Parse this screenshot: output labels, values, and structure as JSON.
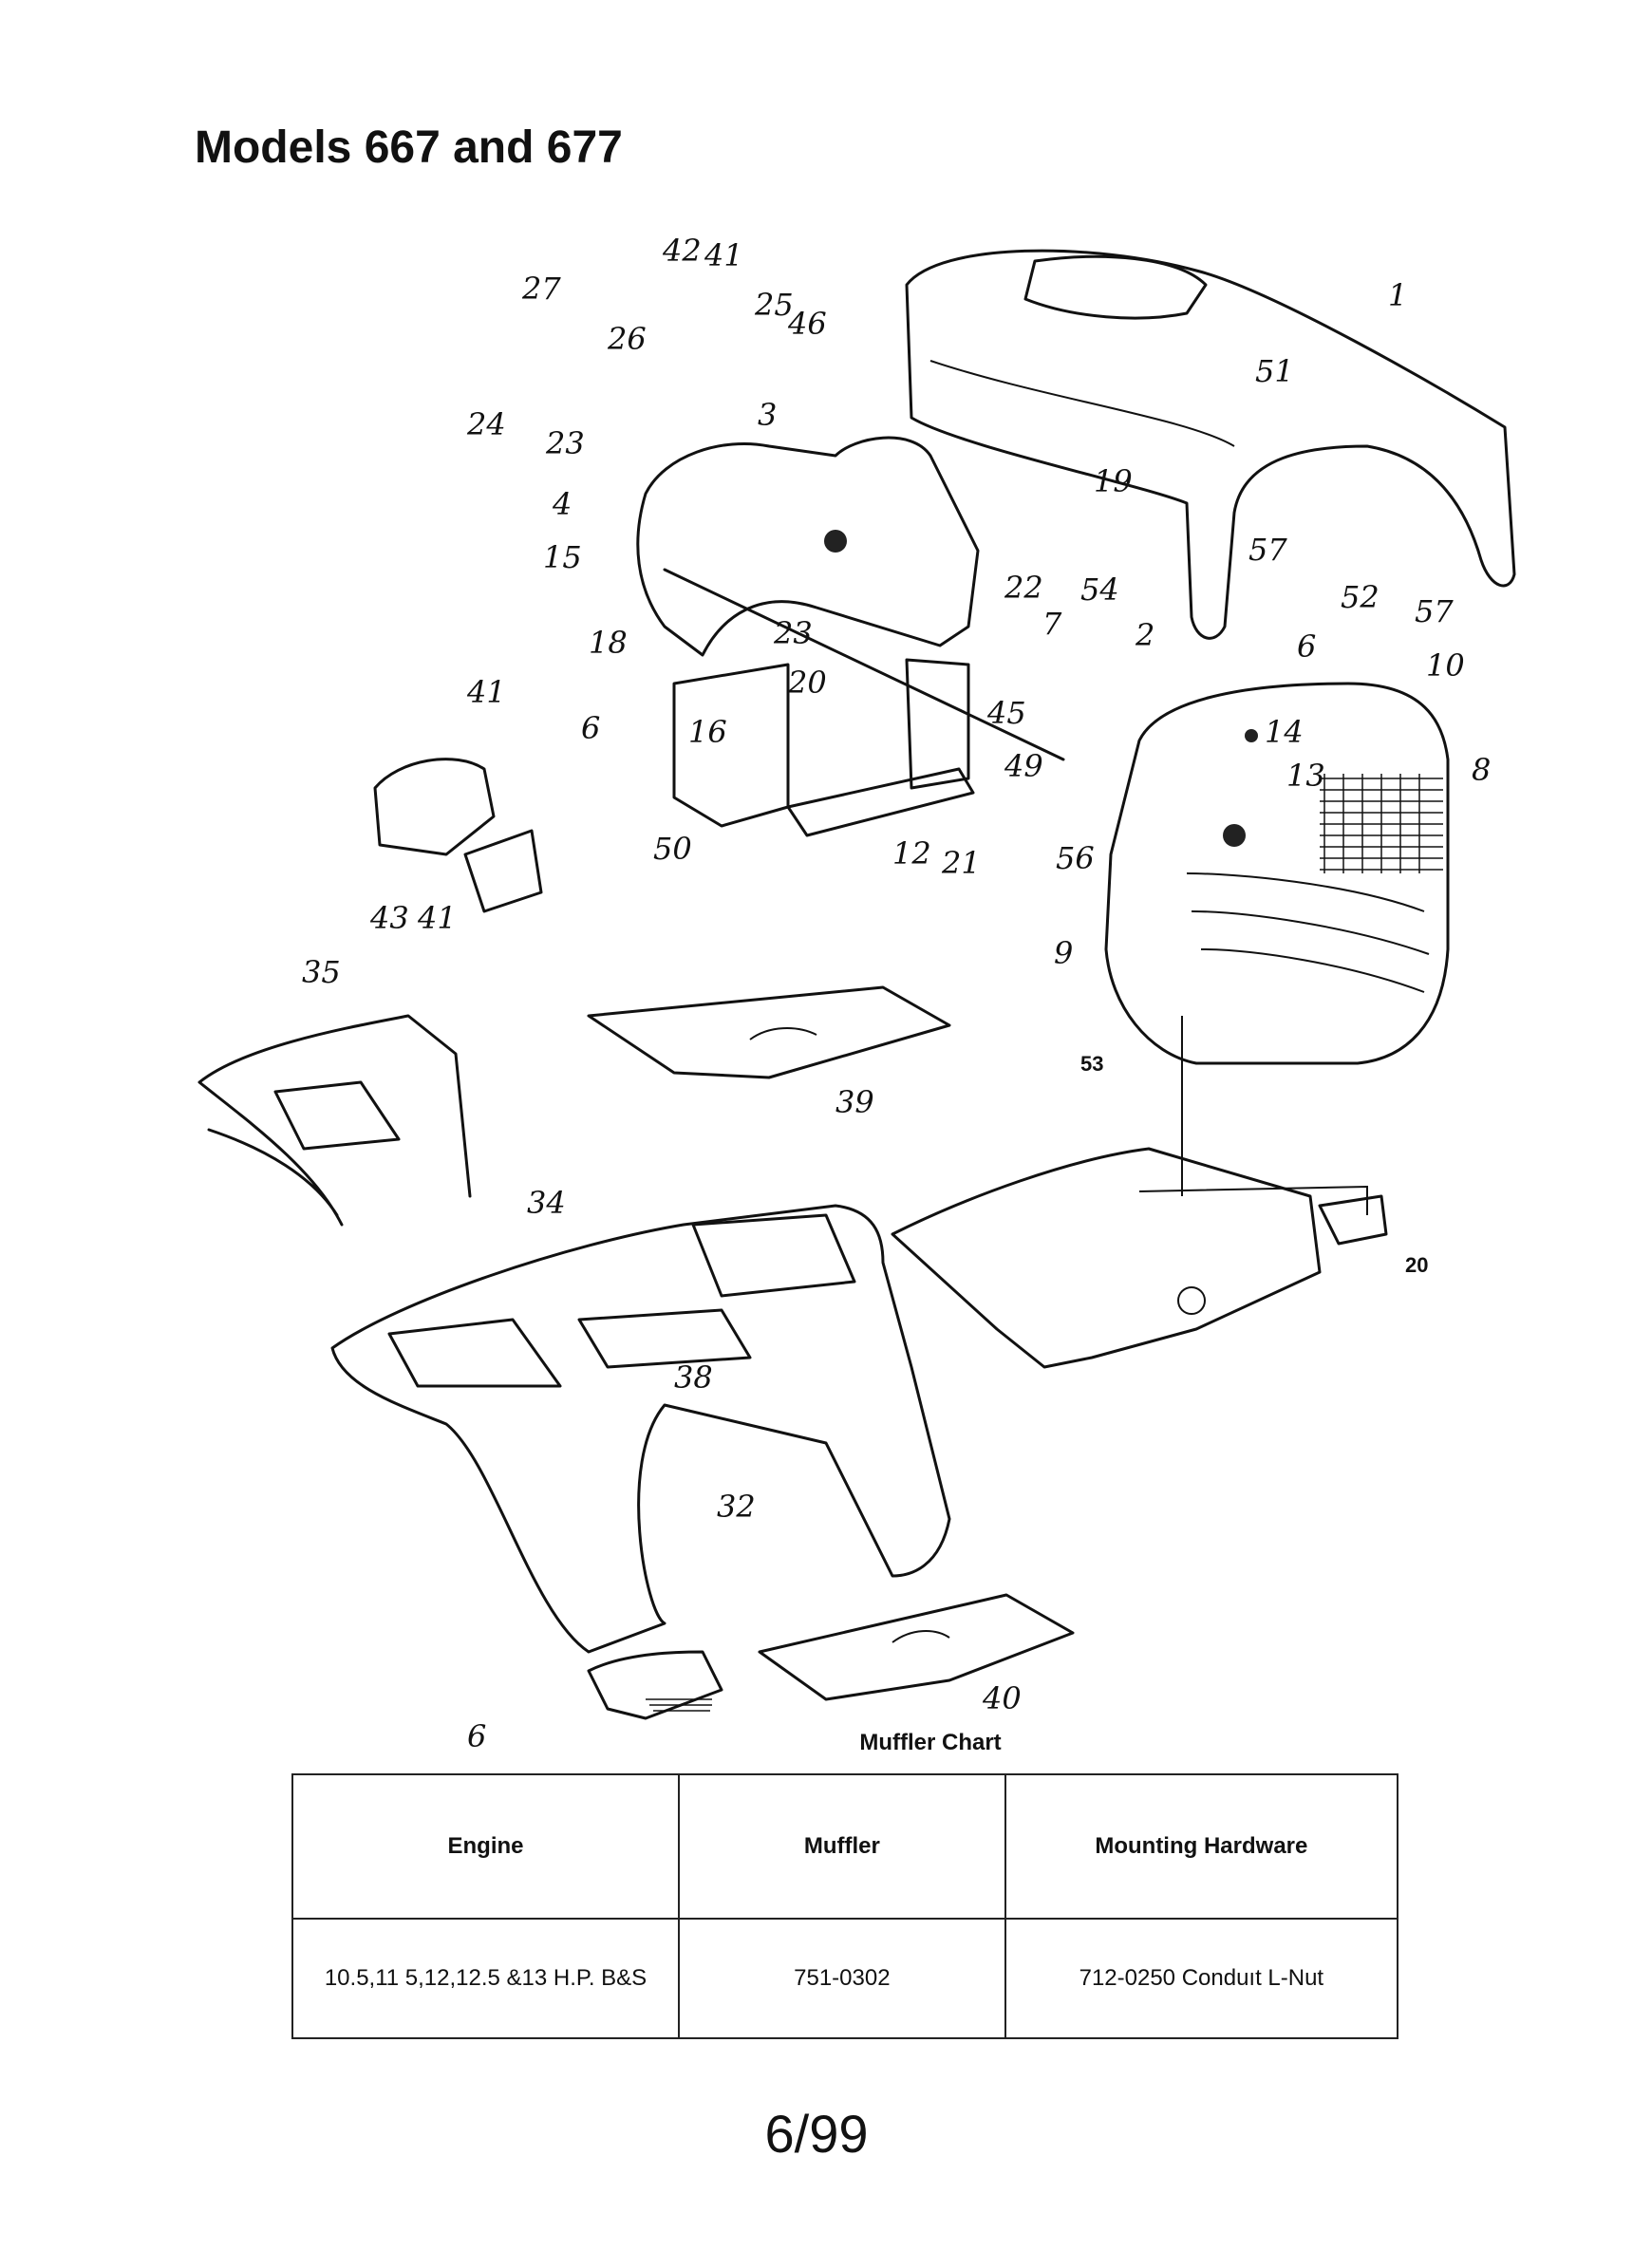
{
  "title": "Models 667 and 677",
  "diagram": {
    "callouts": [
      "1",
      "51",
      "19",
      "57",
      "52",
      "57",
      "10",
      "8",
      "6",
      "14",
      "13",
      "9",
      "53",
      "54",
      "2",
      "7",
      "56",
      "22",
      "3",
      "23",
      "23",
      "24",
      "26",
      "27",
      "4",
      "15",
      "18",
      "6",
      "16",
      "20",
      "45",
      "49",
      "50",
      "12",
      "21",
      "42",
      "41",
      "25",
      "46",
      "41",
      "41",
      "43",
      "35",
      "39",
      "34",
      "38",
      "20",
      "32",
      "40",
      "6"
    ]
  },
  "muffler_chart": {
    "title": "Muffler Chart",
    "headers": [
      "Engine",
      "Muffler",
      "Mounting Hardware"
    ],
    "rows": [
      [
        "10.5,11 5,12,12.5 &13 H.P. B&S",
        "751-0302",
        "712-0250 Conduıt L-Nut"
      ]
    ]
  },
  "footer": "6/99"
}
